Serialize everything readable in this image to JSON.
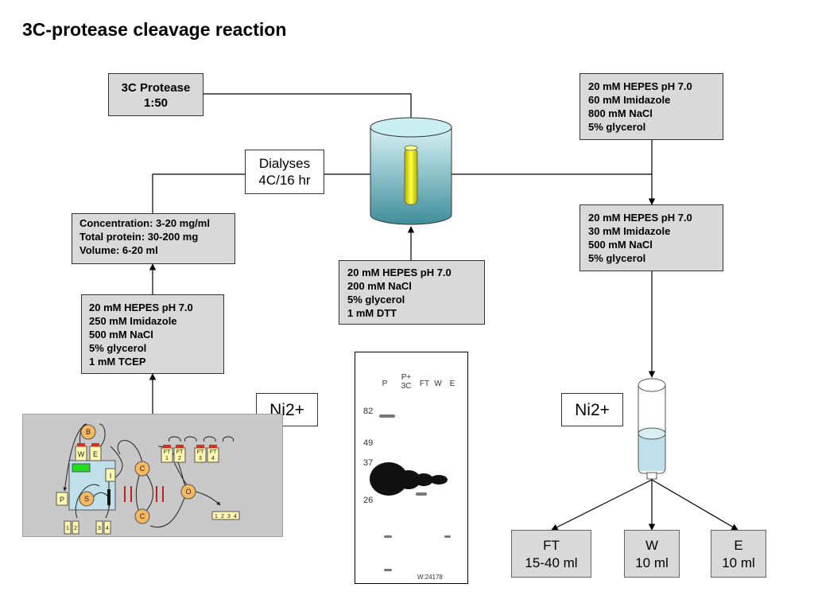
{
  "title": "3C-protease cleavage reaction",
  "protease_box": {
    "lines": [
      "3C Protease",
      "1:50"
    ]
  },
  "dialyses_box": {
    "lines": [
      "Dialyses",
      "4C/16 hr"
    ]
  },
  "sample_box": {
    "lines": [
      "Concentration: 3-20 mg/ml",
      "Total protein: 30-200 mg",
      "Volume: 6-20 ml"
    ]
  },
  "elution_buffer_box": {
    "lines": [
      "20 mM HEPES pH 7.0",
      "250 mM Imidazole",
      "500 mM NaCl",
      "5% glycerol",
      "1 mM TCEP"
    ]
  },
  "dialysis_buffer_box": {
    "lines": [
      "20 mM HEPES pH 7.0",
      "200 mM NaCl",
      "5% glycerol",
      "1 mM DTT"
    ]
  },
  "top_right_buffer_box": {
    "lines": [
      "20 mM HEPES pH 7.0",
      "60 mM Imidazole",
      "800 mM NaCl",
      "5% glycerol"
    ]
  },
  "mixed_buffer_box": {
    "lines": [
      "20 mM HEPES pH 7.0",
      "30 mM Imidazole",
      "500 mM NaCl",
      "5% glycerol"
    ]
  },
  "ni_label_left": "Ni2+",
  "ni_label_right": "Ni2+",
  "outputs": [
    {
      "lines": [
        "FT",
        "15-40 ml"
      ]
    },
    {
      "lines": [
        "W",
        "10 ml"
      ]
    },
    {
      "lines": [
        "E",
        "10 ml"
      ]
    }
  ],
  "gel": {
    "lane_labels": [
      "P",
      "P+\n3C",
      "FT",
      "W",
      "E"
    ],
    "mw_markers": [
      "82",
      "49",
      "37",
      "26"
    ],
    "code": "W:24178"
  },
  "schematic": {
    "nodes": [
      "B",
      "W",
      "E",
      "P",
      "S",
      "I",
      "C",
      "C",
      "O"
    ],
    "fractions": [
      "FT\n1",
      "FT\n2",
      "FT\n3",
      "FT\n4"
    ],
    "ports": [
      "1",
      "2",
      "3",
      "4"
    ],
    "collector": [
      "1",
      "2",
      "3",
      "4"
    ]
  },
  "colors": {
    "box_fill": "#d9d9d9",
    "tank_top": "#bfe6ee",
    "tank_bottom": "#3f8e9a",
    "tube": "#e8e800",
    "column_liquid": "#bfe0ea",
    "panel_fill": "#c8c8c8"
  }
}
